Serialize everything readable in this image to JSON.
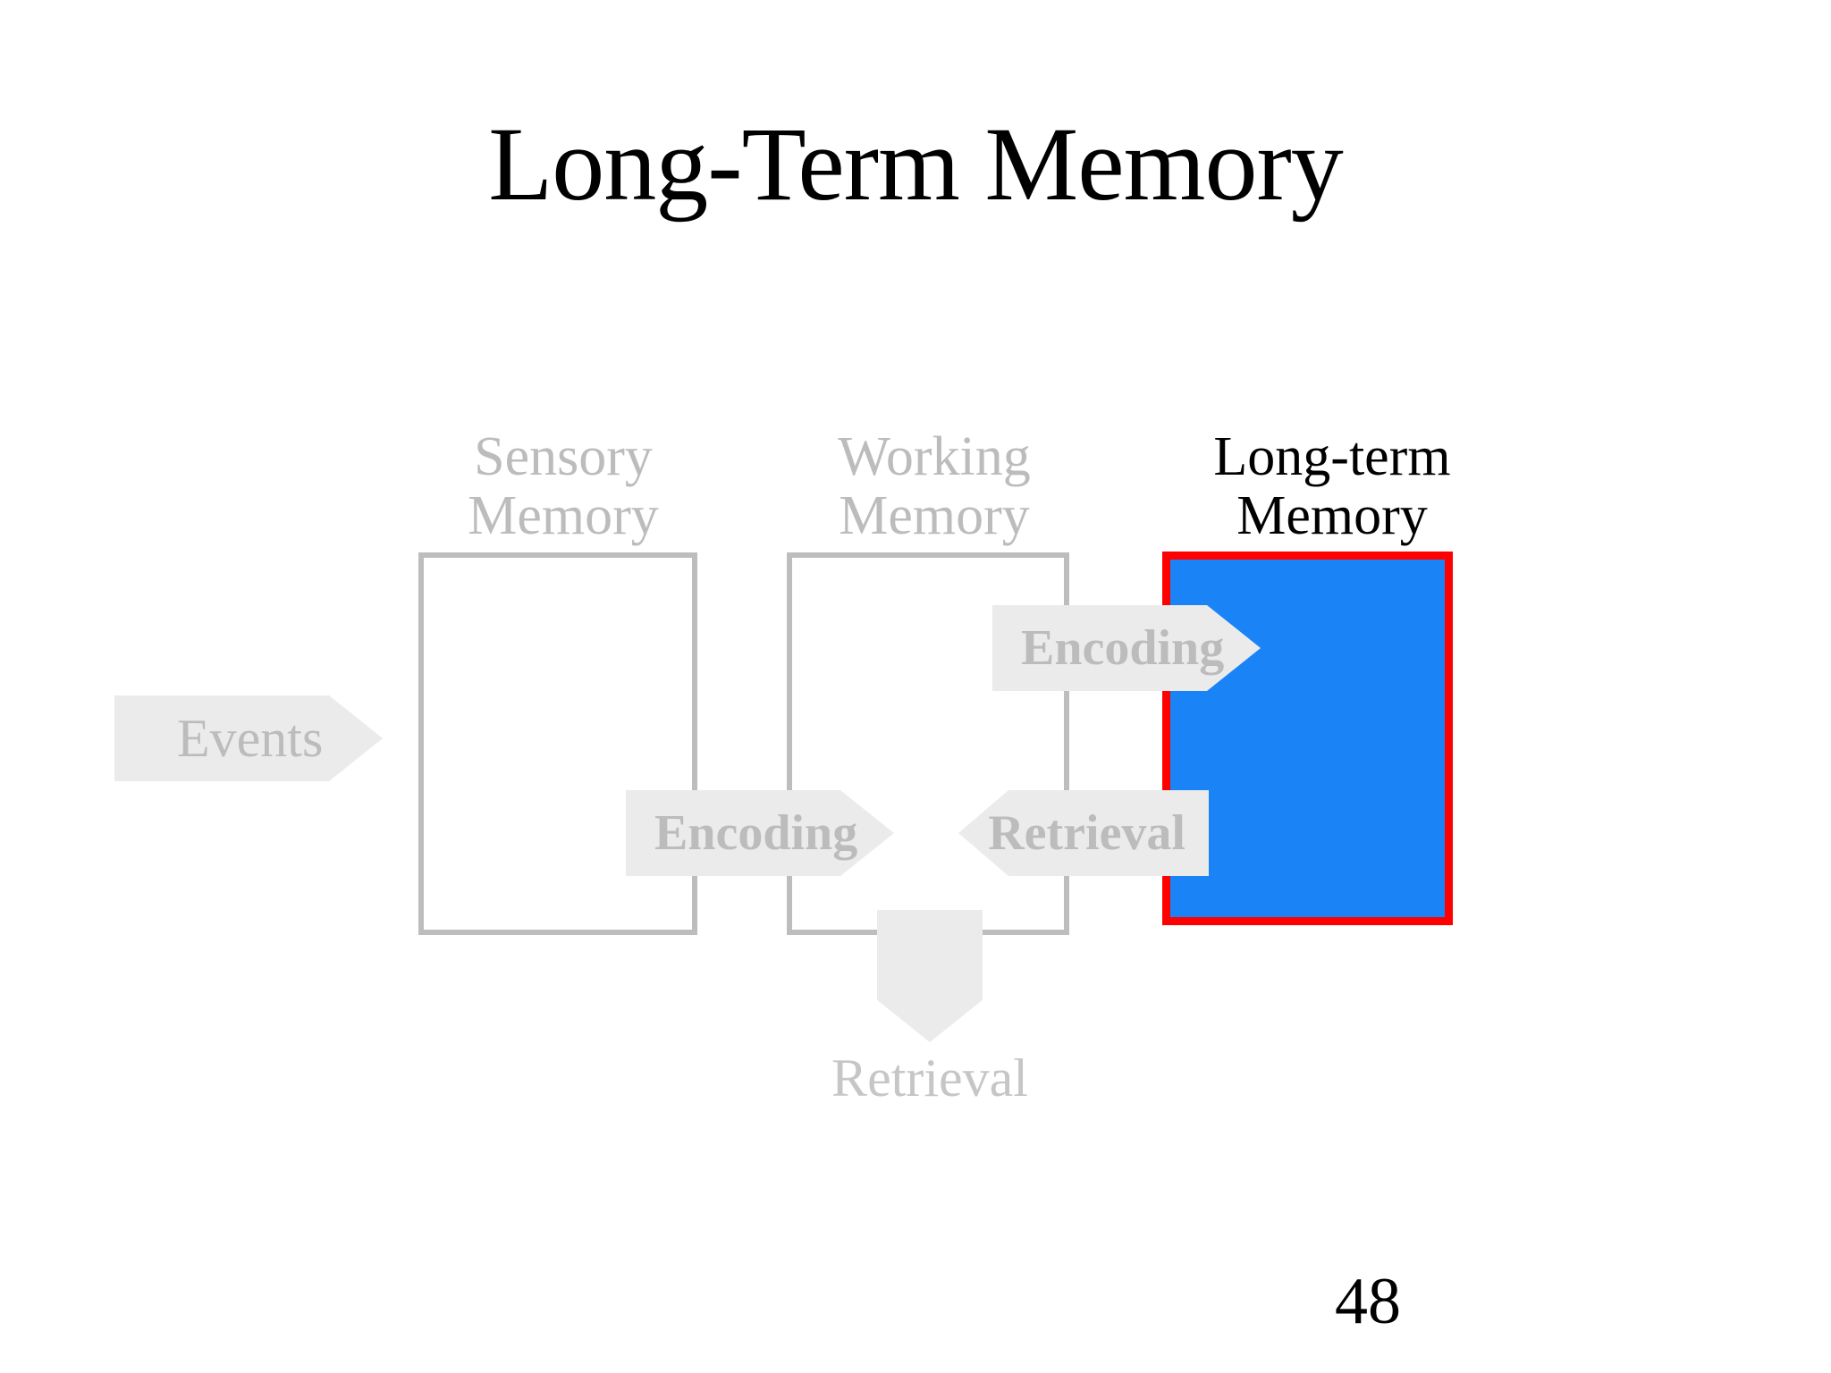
{
  "slide": {
    "title": "Long-Term Memory",
    "page_number": "48",
    "background_color": "#ffffff"
  },
  "diagram": {
    "type": "memory-model-flow",
    "stores": [
      {
        "id": "sensory-memory",
        "label": "Sensory\nMemory",
        "state": "dimmed",
        "label_color": "#bcbcbc",
        "border_color": "#bdbdbd",
        "fill_color": "transparent"
      },
      {
        "id": "working-memory",
        "label": "Working\nMemory",
        "state": "dimmed",
        "label_color": "#bcbcbc",
        "border_color": "#bdbdbd",
        "fill_color": "transparent"
      },
      {
        "id": "long-term-memory",
        "label": "Long-term\nMemory",
        "state": "highlighted",
        "label_color": "#000000",
        "border_color": "#ff0000",
        "fill_color": "#1a84f7"
      }
    ],
    "arrows": [
      {
        "id": "events",
        "label": "Events",
        "direction": "right",
        "bold": false,
        "fill_color": "#ebebeb",
        "label_color": "#bcbcbc"
      },
      {
        "id": "encoding-working-to-longterm",
        "label": "Encoding",
        "direction": "right",
        "bold": true,
        "fill_color": "#ebebeb",
        "label_color": "#bcbcbc"
      },
      {
        "id": "encoding-sensory-to-working",
        "label": "Encoding",
        "direction": "right",
        "bold": true,
        "fill_color": "#ebebeb",
        "label_color": "#bcbcbc"
      },
      {
        "id": "retrieval-longterm-to-working",
        "label": "Retrieval",
        "direction": "left",
        "bold": true,
        "fill_color": "#ebebeb",
        "label_color": "#bcbcbc"
      },
      {
        "id": "retrieval-output",
        "label": "Retrieval",
        "direction": "down",
        "bold": false,
        "fill_color": "#ebebeb",
        "label_color": "#c6c6c6"
      }
    ]
  }
}
